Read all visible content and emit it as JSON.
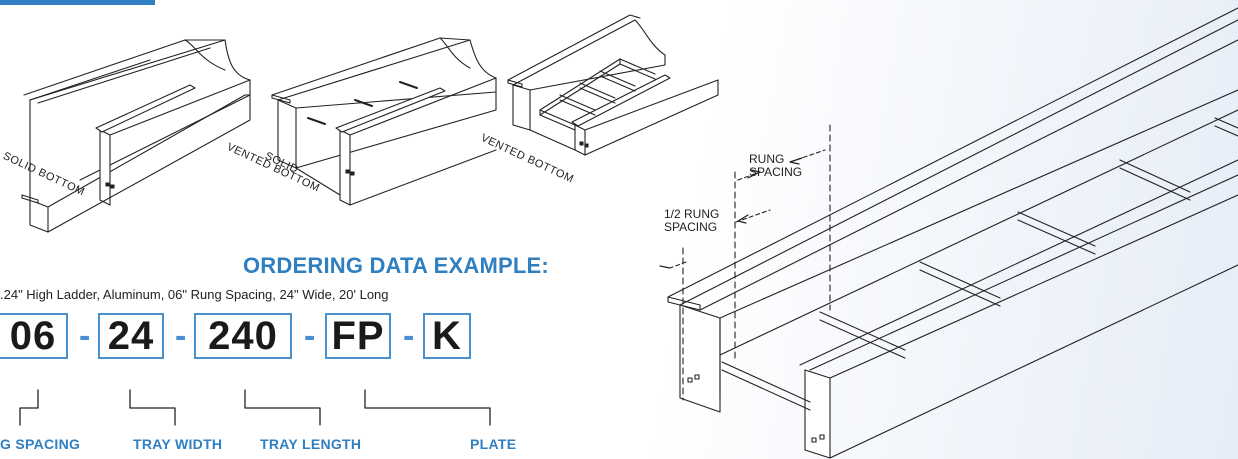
{
  "tray_types": [
    {
      "label": "SOLID BOTTOM",
      "icon": "solid-bottom-tray-drawing"
    },
    {
      "label_line1": "SOLID",
      "label_line2": "VENTED BOTTOM",
      "icon": "solid-vented-bottom-tray-drawing"
    },
    {
      "label": "VENTED BOTTOM",
      "icon": "vented-bottom-tray-drawing"
    }
  ],
  "ordering": {
    "heading": "ORDERING DATA EXAMPLE:",
    "description": ".24\" High Ladder, Aluminum, 06\" Rung Spacing, 24\" Wide, 20' Long",
    "segments": [
      "06",
      "24",
      "240",
      "FP",
      "K"
    ],
    "separator": "-",
    "captions": {
      "rung_spacing": "G SPACING",
      "tray_width": "TRAY WIDTH",
      "tray_length": "TRAY LENGTH",
      "plate": "PLATE"
    }
  },
  "dimensions": {
    "rung_spacing_line1": "RUNG",
    "rung_spacing_line2": "SPACING",
    "half_rung_line1": "1/2 RUNG",
    "half_rung_line2": "SPACING"
  },
  "colors": {
    "accent": "#2f7fc1",
    "box_border": "#4a8fd0",
    "line": "#222222"
  }
}
